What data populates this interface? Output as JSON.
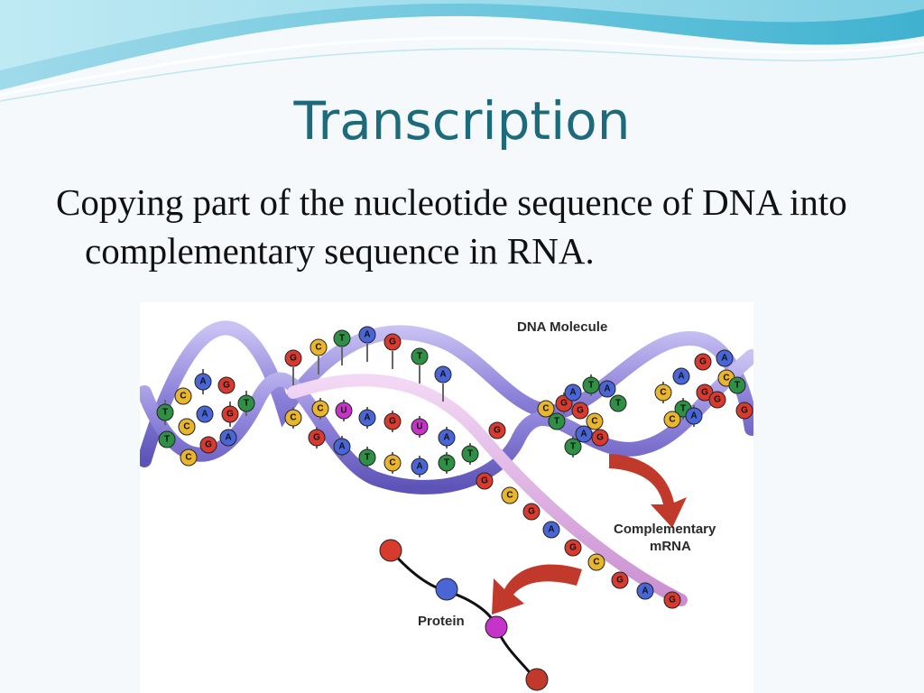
{
  "slide": {
    "title": "Transcription",
    "bullet": "Copying part of the nucleotide sequence of DNA into complementary sequence in RNA."
  },
  "figure": {
    "labels": {
      "dna_molecule": "DNA Molecule",
      "complementary_mrna_line1": "Complementary",
      "complementary_mrna_line2": "mRNA",
      "protein": "Protein"
    },
    "base_colors": {
      "A": "#4a66d6",
      "T": "#2f8f45",
      "G": "#d83a2e",
      "C": "#e8b52c",
      "U": "#c633c9"
    },
    "strand_color": "#9a8fe0",
    "mrna_color": "#e6b8ea",
    "arrow_color": "#c0392b",
    "left_helix_bases": [
      "A",
      "C",
      "G",
      "T",
      "A",
      "C",
      "G",
      "T",
      "G",
      "T",
      "A",
      "C"
    ],
    "top_strand_bases": [
      "G",
      "C",
      "T",
      "A",
      "G",
      "T",
      "A"
    ],
    "mid_lower_bases": [
      "C",
      "C",
      "U",
      "A",
      "G",
      "U",
      "A",
      "G",
      "A",
      "T",
      "C",
      "A",
      "T",
      "T"
    ],
    "right_helix_bases": [
      "G",
      "T",
      "C",
      "A",
      "T",
      "G",
      "C",
      "A",
      "T",
      "G",
      "T",
      "A",
      "C",
      "A",
      "G",
      "A",
      "T",
      "G",
      "C",
      "C",
      "A",
      "G",
      "T",
      "G"
    ],
    "mrna_bases": [
      "G",
      "G",
      "C",
      "G",
      "A",
      "G",
      "C",
      "G",
      "A",
      "G"
    ],
    "protein_beads": [
      "#d83a2e",
      "#4a66d6",
      "#c633c9",
      "#c0392b"
    ]
  }
}
